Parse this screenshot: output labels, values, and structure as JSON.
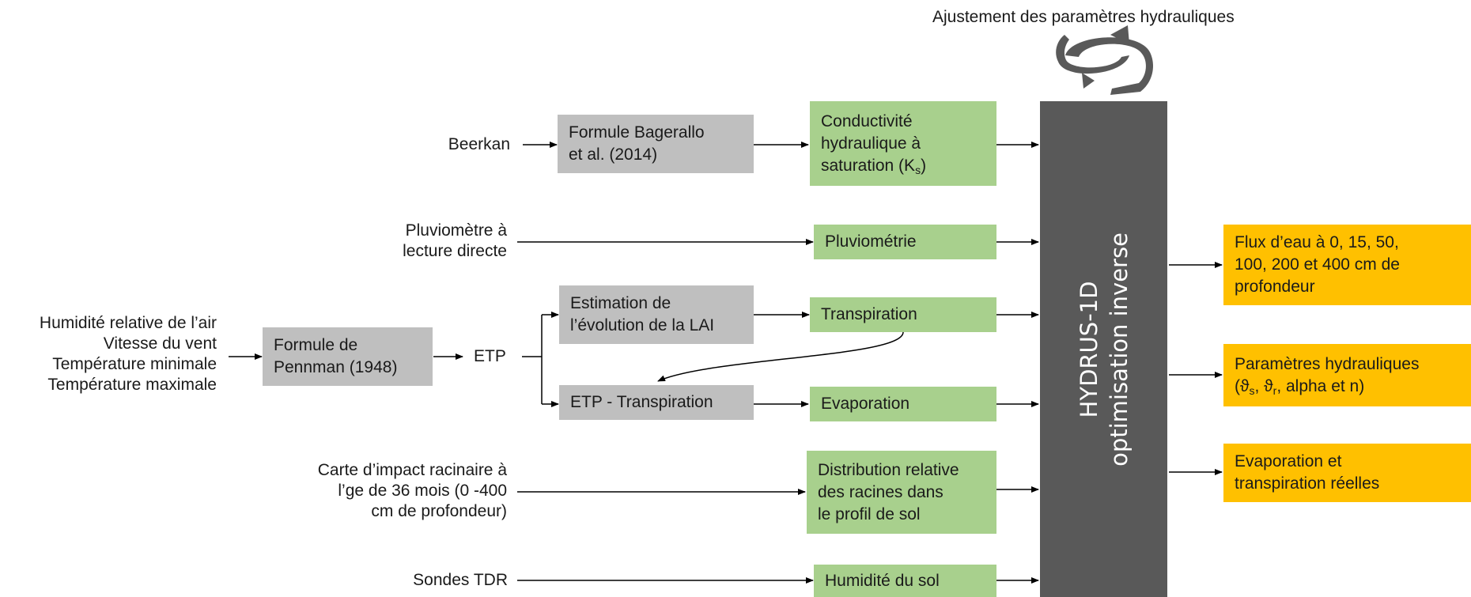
{
  "inputs": {
    "beerkan": "Beerkan",
    "pluvio": [
      "Pluviomètre à",
      "lecture directe"
    ],
    "meteo": [
      "Humidité relative de l’air",
      "Vitesse du vent",
      "Température minimale",
      "Température maximale"
    ],
    "etp": "ETP",
    "carte": [
      "Carte d’impact racinaire à",
      "l’ge de 36 mois (0  -400",
      "cm de profondeur)"
    ],
    "sondes": "Sondes TDR"
  },
  "process": {
    "bagerallo": [
      "Formule Bagerallo",
      "et al. (2014)"
    ],
    "pennman": [
      "Formule de",
      "Pennman (1948)"
    ],
    "lai": [
      "Estimation de",
      "l’évolution de la LAI"
    ],
    "etp_transpiration": "ETP - Transpiration"
  },
  "variables": {
    "conductivite_l1": "Conductivité",
    "conductivite_l2": "hydraulique à",
    "conductivite_l3_prefix": "saturation (K",
    "conductivite_sub": "s",
    "conductivite_l3_suffix": ")",
    "pluviometrie": "Pluviométrie",
    "transpiration": "Transpiration",
    "evaporation": "Evaporation",
    "distribution": [
      "Distribution relative",
      "des racines dans",
      "le profil de sol"
    ],
    "humidite": "Humidité du sol"
  },
  "model": {
    "line1": "HYDRUS-1D",
    "line2": "optimisation inverse",
    "cycle_label": "Ajustement des paramètres hydrauliques"
  },
  "outputs": {
    "flux": [
      "Flux d’eau à 0, 15, 50,",
      "100, 200 et 400 cm de",
      "profondeur"
    ],
    "param_l1": "Paramètres hydrauliques",
    "param_theta1": "(ϑ",
    "param_sub1": "s",
    "param_mid": ", ϑ",
    "param_sub2": "r",
    "param_tail": ", alpha et n)",
    "evap": [
      "Evaporation et",
      "transpiration réelles"
    ]
  },
  "colors": {
    "grey_box": "#bfbfbf",
    "green_box": "#a8d08d",
    "orange_box": "#ffc000",
    "model_box": "#595959",
    "arrows": "#000000"
  }
}
